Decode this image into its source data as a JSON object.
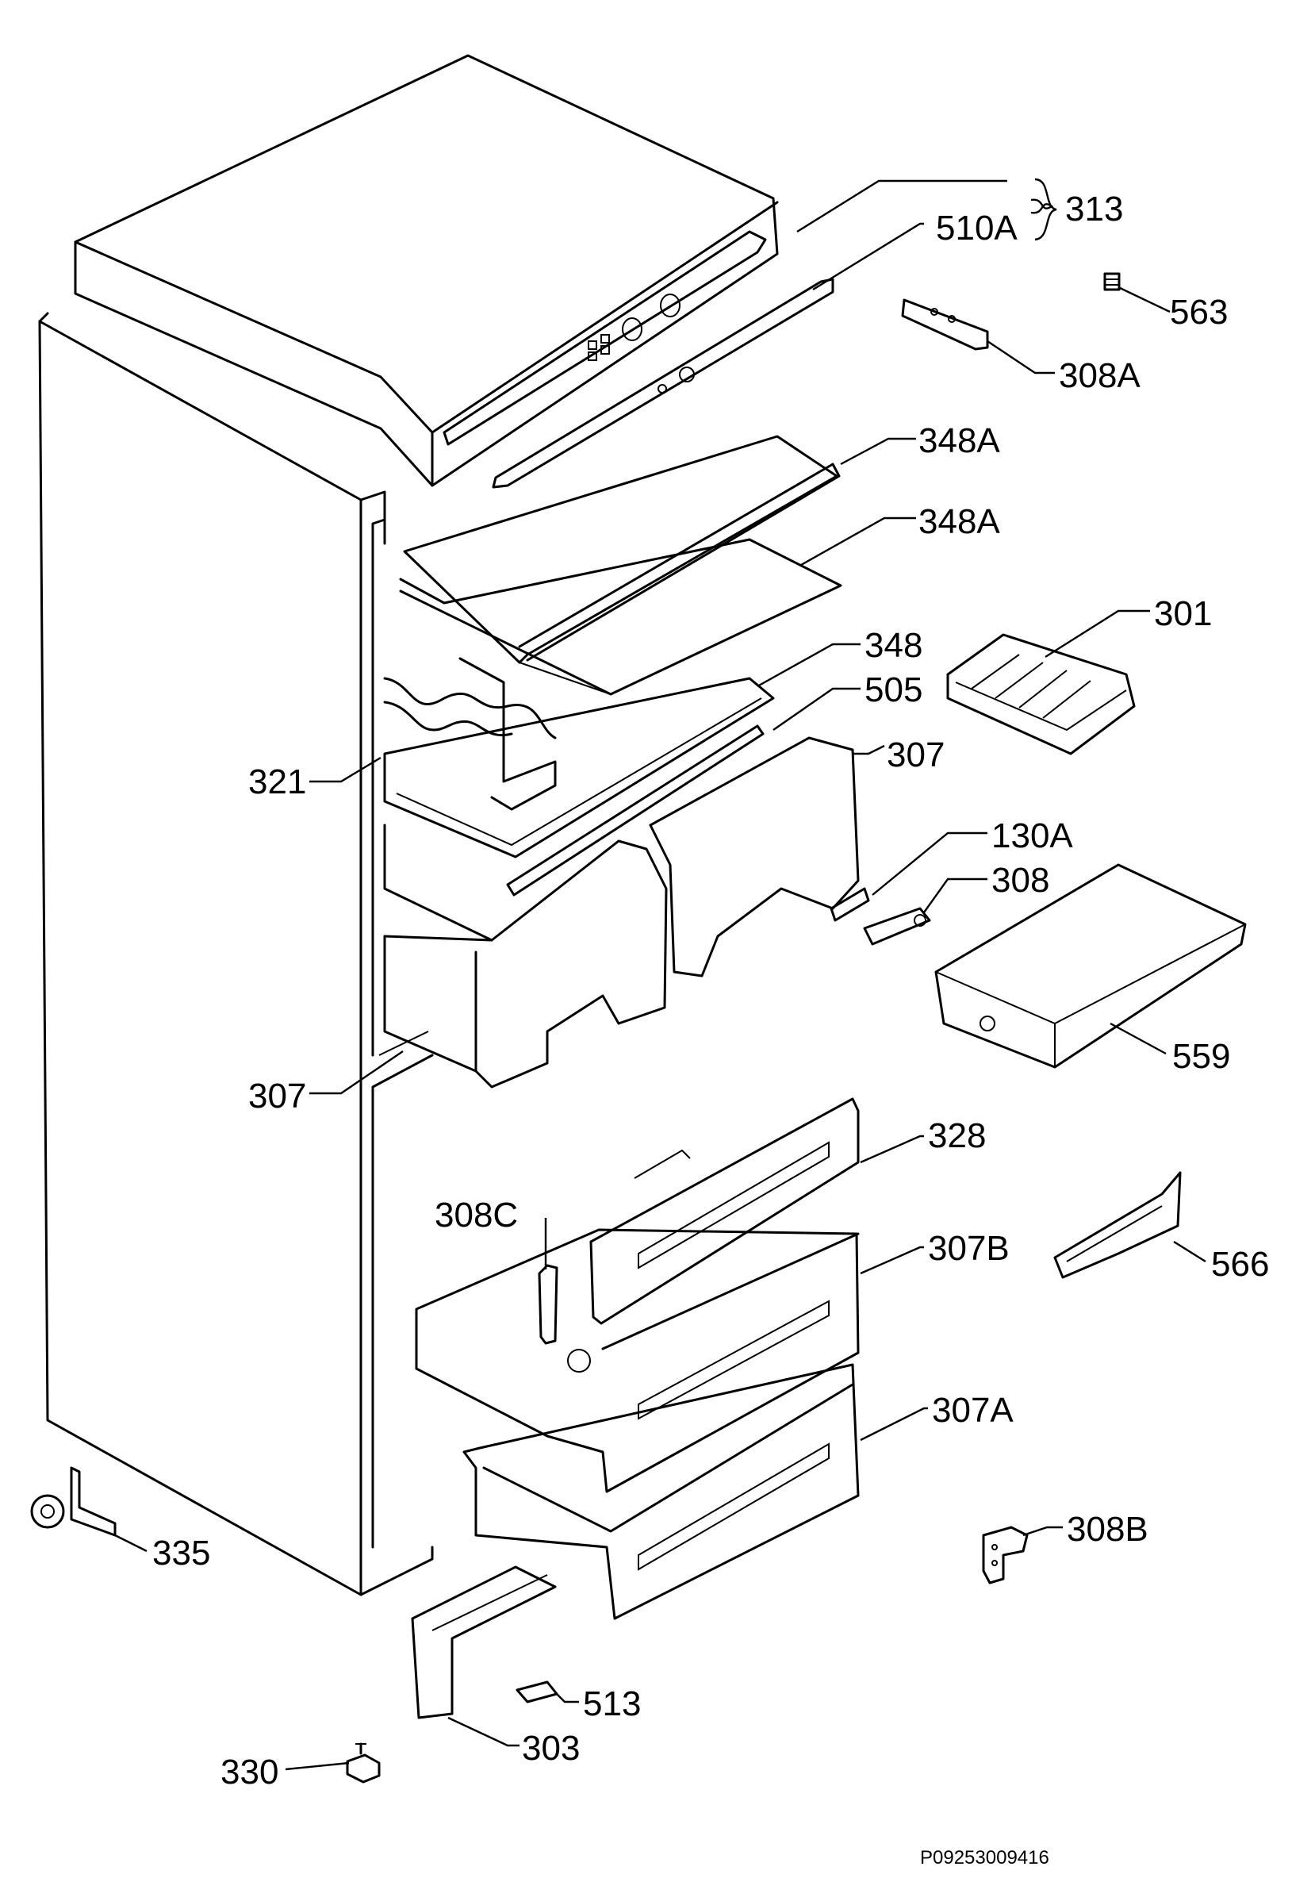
{
  "callouts": {
    "c313": "313",
    "c510a": "510A",
    "c563": "563",
    "c308a": "308A",
    "c348a_1": "348A",
    "c348a_2": "348A",
    "c301": "301",
    "c348": "348",
    "c505": "505",
    "c321": "321",
    "c307_1": "307",
    "c130a": "130A",
    "c308": "308",
    "c559": "559",
    "c307_2": "307",
    "c328": "328",
    "c308c": "308C",
    "c307b": "307B",
    "c566": "566",
    "c307a": "307A",
    "c335": "335",
    "c308b": "308B",
    "c513": "513",
    "c330": "330",
    "c303": "303"
  },
  "drawing_code": "P09253009416"
}
